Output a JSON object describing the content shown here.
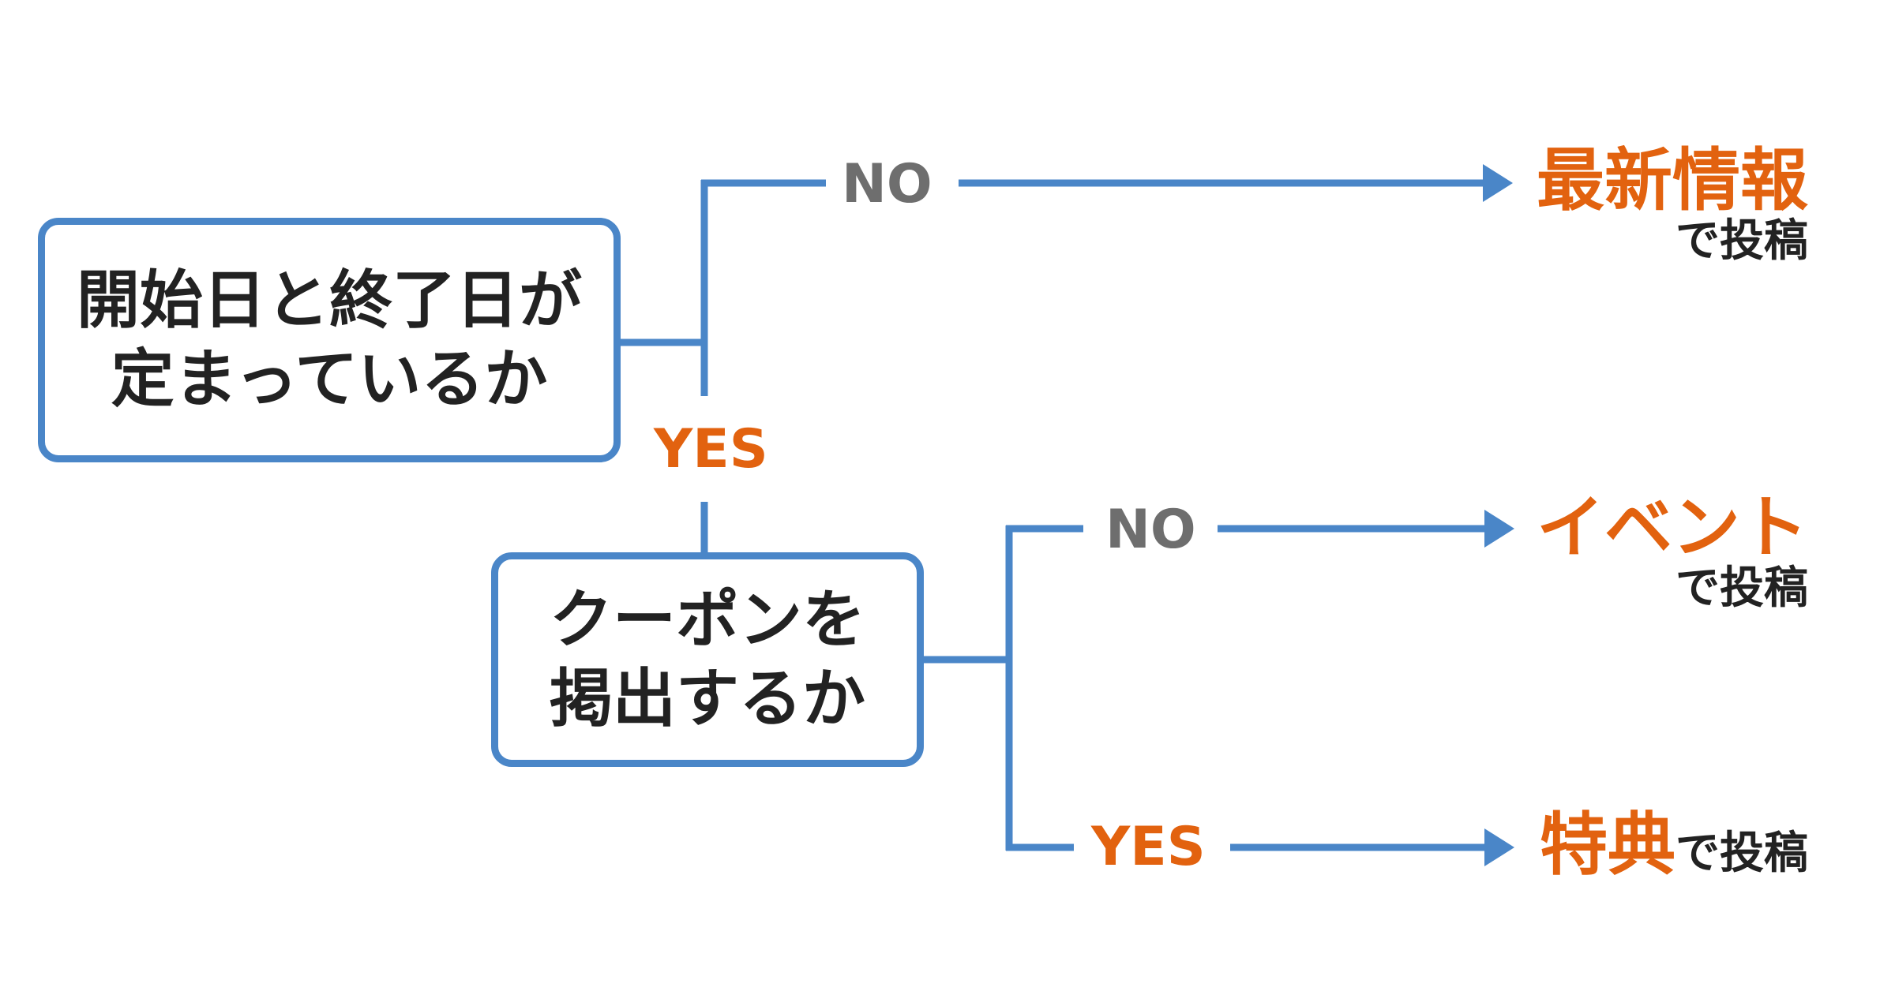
{
  "colors": {
    "connector": "#4a86c8",
    "yes": "#e2620f",
    "no": "#6e6e6e",
    "result_name": "#e2620f",
    "box_text": "#222222"
  },
  "question1": {
    "line1": "開始日と終了日が",
    "line2": "定まっているか"
  },
  "question2": {
    "line1": "クーポンを",
    "line2": "掲出するか"
  },
  "branches": {
    "q1_no": "NO",
    "q1_yes": "YES",
    "q2_no": "NO",
    "q2_yes": "YES"
  },
  "results": {
    "latest_info": {
      "name": "最新情報",
      "suffix": "で投稿"
    },
    "event": {
      "name": "イベント",
      "suffix": "で投稿"
    },
    "offer": {
      "name": "特典",
      "suffix": "で投稿"
    }
  }
}
